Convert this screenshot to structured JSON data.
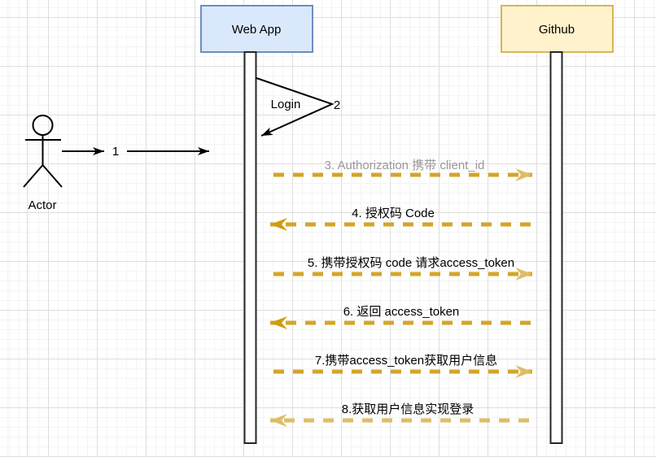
{
  "diagram": {
    "participants": {
      "actor": {
        "label": "Actor"
      },
      "webapp": {
        "label": "Web App",
        "fill": "#DAE8FC",
        "border": "#6C8EBF"
      },
      "github": {
        "label": "Github",
        "fill": "#FFF2CC",
        "border": "#D6B656"
      }
    },
    "colors": {
      "gold_mid": "#D4A527",
      "gold_dark": "#CF9B10",
      "gold_light": "#DDBE66",
      "black": "#000000",
      "gray_text": "#999999"
    },
    "actor_message": {
      "seq": "1"
    },
    "self_message": {
      "label": "Login",
      "seq": "2"
    },
    "messages": [
      {
        "label": "3. Authorization 携带 client_id",
        "direction": "right",
        "text_color": "#999999",
        "line_color": "#D4A527",
        "head": "light"
      },
      {
        "label": "4. 授权码 Code",
        "direction": "left",
        "text_color": "#000000",
        "line_color": "#D4A527",
        "head": "dark"
      },
      {
        "label": "5. 携带授权码 code 请求access_token",
        "direction": "right",
        "text_color": "#000000",
        "line_color": "#D4A527",
        "head": "light"
      },
      {
        "label": "6. 返回 access_token",
        "direction": "left",
        "text_color": "#000000",
        "line_color": "#D4A527",
        "head": "dark"
      },
      {
        "label": "7.携带access_token获取用户信息",
        "direction": "right",
        "text_color": "#000000",
        "line_color": "#D4A527",
        "head": "light"
      },
      {
        "label": "8.获取用户信息实现登录",
        "direction": "left",
        "text_color": "#000000",
        "line_color": "#DDBE66",
        "head": "light"
      }
    ]
  }
}
